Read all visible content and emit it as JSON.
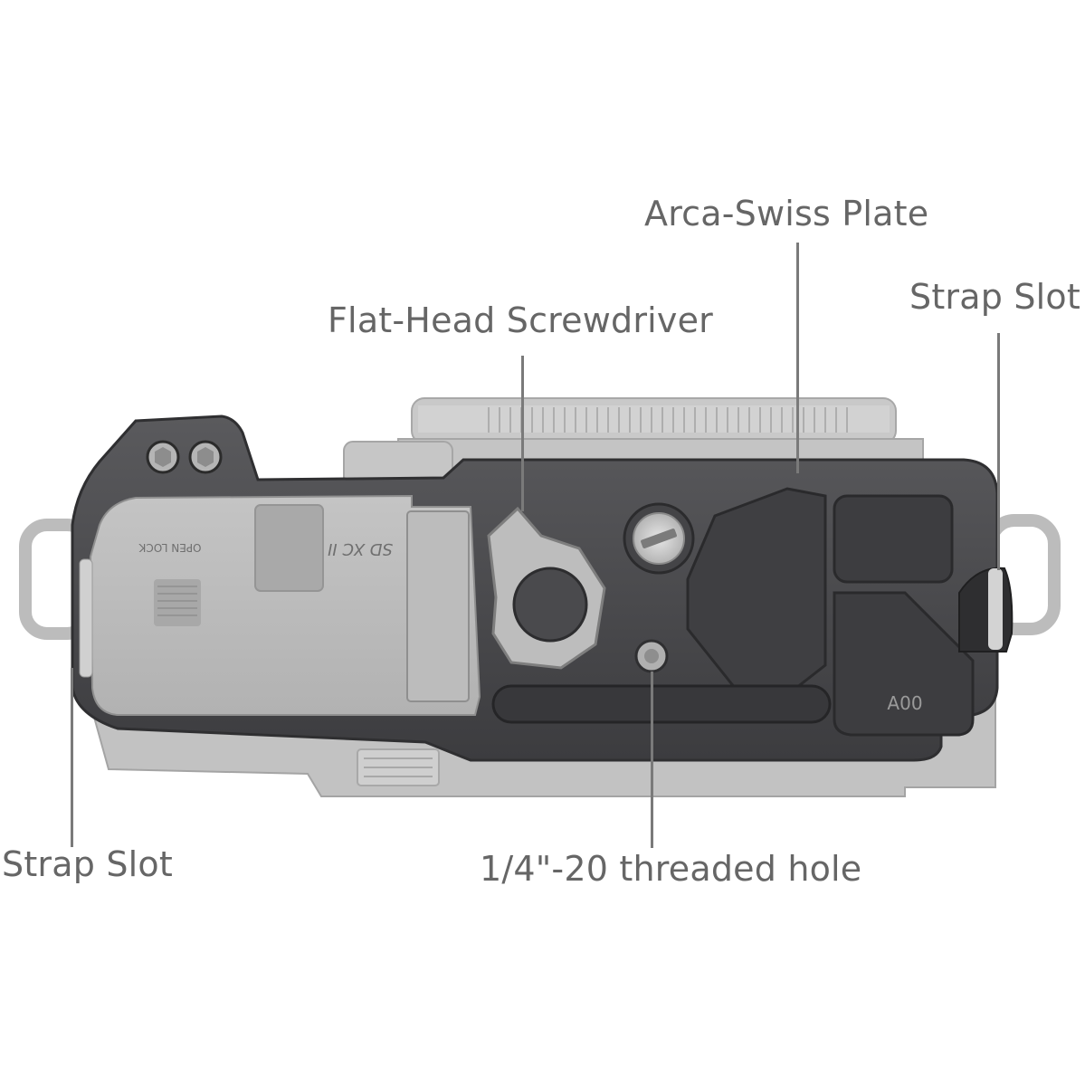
{
  "callouts": {
    "arca_swiss_plate": "Arca-Swiss Plate",
    "strap_slot_right": "Strap Slot",
    "flat_head_screwdriver": "Flat-Head Screwdriver",
    "strap_slot_left": "Strap Slot",
    "threaded_hole": "1/4\"-20 threaded hole"
  },
  "engravings": {
    "model_code": "A00",
    "door_text_lock": "OPEN LOCK",
    "door_text_card": "SD XC II"
  },
  "colors": {
    "label_text": "#666666",
    "leader_line": "#7a7a7a",
    "cage_metal": "#4a4a4c",
    "camera_body": "#bdbdbd"
  }
}
